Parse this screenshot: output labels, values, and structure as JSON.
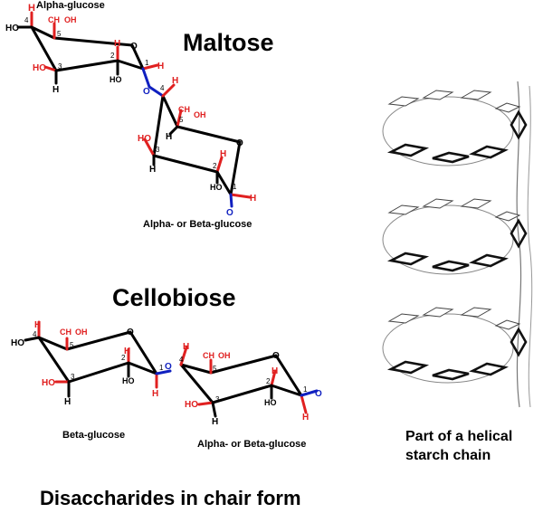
{
  "titles": {
    "maltose": "Maltose",
    "cellobiose": "Cellobiose",
    "caption": "Disaccharides in chair form",
    "starch_line1": "Part of a helical",
    "starch_line2": "starch chain"
  },
  "labels": {
    "maltose_top": "Alpha-glucose",
    "maltose_bottom": "Alpha- or Beta-glucose",
    "cello_left": "Beta-glucose",
    "cello_right": "Alpha- or Beta-glucose"
  },
  "atoms": {
    "H": "H",
    "HO": "HO",
    "CH": "CH",
    "OH": "OH",
    "O": "O",
    "c1": "1",
    "c2": "2",
    "c3": "3",
    "c4": "4",
    "c5": "5"
  },
  "colors": {
    "substituent": "#e02020",
    "glycosidic_oxygen": "#1020c0",
    "ring": "#000000"
  }
}
